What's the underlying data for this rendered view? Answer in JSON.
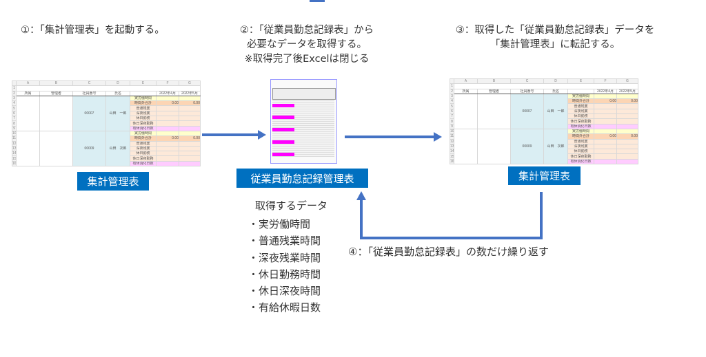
{
  "steps": {
    "step1": "①：「集計管理表」を起動する。",
    "step2": [
      "②：「従業員勤怠記録表」から",
      "必要なデータを取得する。",
      "※取得完了後Excelは閉じる"
    ],
    "step3": [
      "③：取得した「従業員勤怠記録表」データを",
      "「集計管理表」に転記する。"
    ],
    "step4": "④：「従業員勤怠記録表」の数だけ繰り返す"
  },
  "labels": {
    "left": "集計管理表",
    "center": "従業員勤怠記録管理表",
    "right": "集計管理表"
  },
  "data_list": {
    "title": "取得するデータ",
    "items": [
      "・実労働時間",
      "・普通残業時間",
      "・深夜残業時間",
      "・休日勤務時間",
      "・休日深夜時間",
      "・有給休暇日数"
    ]
  },
  "sheet": {
    "columns": [
      "A",
      "B",
      "C",
      "D",
      "E",
      "F",
      "G"
    ],
    "headers": [
      "所属",
      "管理者",
      "社員番号",
      "氏名",
      "",
      "2022年4月",
      "2022年5月"
    ],
    "row_labels": [
      "実労働時間",
      "時間外合計",
      "普通残業",
      "深夜残業",
      "休日勤務",
      "休日深夜勤務",
      "有休消化日数"
    ],
    "employees": [
      {
        "id": "00007",
        "name": "山田　一郎",
        "f": "0.00",
        "g": "0.00"
      },
      {
        "id": "00009",
        "name": "山田　次郎",
        "f": "0.00",
        "g": "0.00"
      }
    ]
  },
  "colors": {
    "label_box": "#0070c0",
    "arrow": "#4472c4",
    "magenta": "#ff00ff"
  }
}
